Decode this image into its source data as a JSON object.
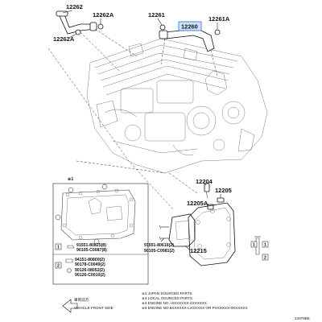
{
  "labels": {
    "p12262": "12262",
    "p12262A_top": "12262A",
    "p12262A_left": "12262A",
    "p12261": "12261",
    "p12261A": "12261A",
    "p12260": "12260",
    "p12204": "12204",
    "p12205": "12205",
    "p12205A": "12205A",
    "p12215": "12215",
    "p91551_80616": "91551-80616(2)",
    "p90105_C0081": "90105-C0081(2)"
  },
  "mark1": "※1",
  "legend": {
    "r1_a": "91551-80825(8)",
    "r1_b": "90105-C0087(8)",
    "r2_a": "94151-80800(2)",
    "r2_b": "90178-C0049(2)",
    "r2_c": "90126-08052(2)",
    "r2_d": "90126-C0010(2)",
    "idx1": "1",
    "idx2": "2"
  },
  "front": {
    "jp": "車両前方",
    "en": "VEHICLE FRONT SIDE"
  },
  "notes": [
    "※2 JAPAN SOURCED PARTS",
    "※3 LOCAL SOURCED PARTS",
    "※4 ENGINE NO.~8XXXXXX-4XXXXXX",
    "※5 ENGINE NO.8XXXXXX-LXXXXXX OR PXXXXXX-0XXXXXX"
  ],
  "code": "12078BE"
}
